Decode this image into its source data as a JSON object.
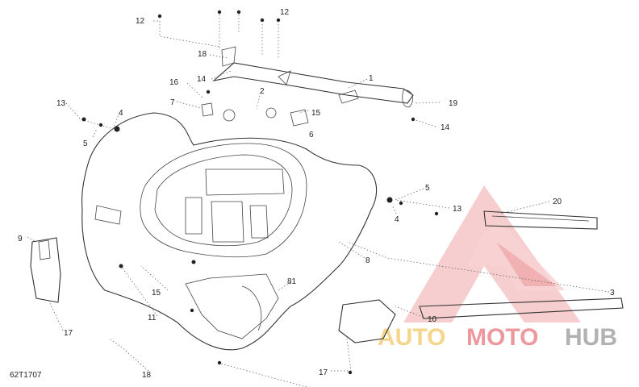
{
  "figure_code": "62T1707",
  "callouts": [
    {
      "id": "c12a",
      "text": "12"
    },
    {
      "id": "c12b",
      "text": "12"
    },
    {
      "id": "c18a",
      "text": "18"
    },
    {
      "id": "c14a",
      "text": "14"
    },
    {
      "id": "c16",
      "text": "16"
    },
    {
      "id": "c2",
      "text": "2"
    },
    {
      "id": "c1",
      "text": "1"
    },
    {
      "id": "c7",
      "text": "7"
    },
    {
      "id": "c15a",
      "text": "15"
    },
    {
      "id": "c19",
      "text": "19"
    },
    {
      "id": "c13a",
      "text": "13"
    },
    {
      "id": "c4a",
      "text": "4"
    },
    {
      "id": "c5a",
      "text": "5"
    },
    {
      "id": "c6",
      "text": "6"
    },
    {
      "id": "c14b",
      "text": "14"
    },
    {
      "id": "c5b",
      "text": "5"
    },
    {
      "id": "c20",
      "text": "20"
    },
    {
      "id": "c13b",
      "text": "13"
    },
    {
      "id": "c4b",
      "text": "4"
    },
    {
      "id": "c9",
      "text": "9"
    },
    {
      "id": "c8",
      "text": "8"
    },
    {
      "id": "c15b",
      "text": "15"
    },
    {
      "id": "c11",
      "text": "11"
    },
    {
      "id": "c3",
      "text": "3"
    },
    {
      "id": "c10",
      "text": "10"
    },
    {
      "id": "c17a",
      "text": "17"
    },
    {
      "id": "c17b",
      "text": "17"
    },
    {
      "id": "c18b",
      "text": "18"
    },
    {
      "id": "c81",
      "text": "81"
    }
  ],
  "watermark": {
    "text_part1": "AUTO",
    "text_part2": "MOTO",
    "text_part3": "HUB",
    "color_primary": "#e8797f",
    "color_secondary": "#f2c96a",
    "color_tertiary": "#9a9a9a"
  }
}
